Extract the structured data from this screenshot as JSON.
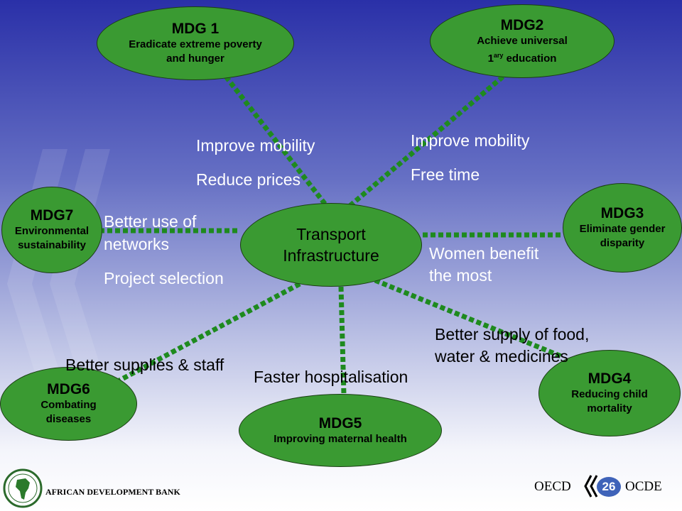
{
  "center": {
    "title": [
      "Transport",
      "Infrastructure"
    ]
  },
  "mdgs": [
    {
      "id": "mdg1",
      "title": "MDG 1",
      "sub": [
        "Eradicate extreme poverty",
        "and hunger"
      ]
    },
    {
      "id": "mdg2",
      "title": "MDG2",
      "sub": [
        "Achieve universal",
        "1ary education"
      ]
    },
    {
      "id": "mdg3",
      "title": "MDG3",
      "sub": [
        "Eliminate gender",
        "disparity"
      ]
    },
    {
      "id": "mdg4",
      "title": "MDG4",
      "sub": [
        "Reducing child",
        "mortality"
      ]
    },
    {
      "id": "mdg5",
      "title": "MDG5",
      "sub": [
        "Improving maternal health"
      ]
    },
    {
      "id": "mdg6",
      "title": "MDG6",
      "sub": [
        "Combating",
        "diseases"
      ]
    },
    {
      "id": "mdg7",
      "title": "MDG7",
      "sub": [
        "Environmental",
        "sustainability"
      ]
    }
  ],
  "labels": {
    "mdg1_a": "Improve mobility",
    "mdg1_b": "Reduce prices",
    "mdg2_a": "Improve mobility",
    "mdg2_b": "Free time",
    "mdg7_a": "Better use of",
    "mdg7_b": "networks",
    "mdg7_c": "Project selection",
    "mdg3_a": "Women benefit",
    "mdg3_b": "the most",
    "mdg4_a": "Better supply of food,",
    "mdg4_b": "water & medicines",
    "mdg5_a": "Faster hospitalisation",
    "mdg6_a": "Better supplies & staff"
  },
  "footer": {
    "bank": "AFRICAN DEVELOPMENT BANK",
    "oecd_en": "OECD",
    "oecd_fr": "OCDE",
    "page": "26"
  },
  "colors": {
    "node_fill": "#3a9a32",
    "connector": "#1e8a1e",
    "label_light": "#ffffff",
    "label_dark": "#000000"
  }
}
